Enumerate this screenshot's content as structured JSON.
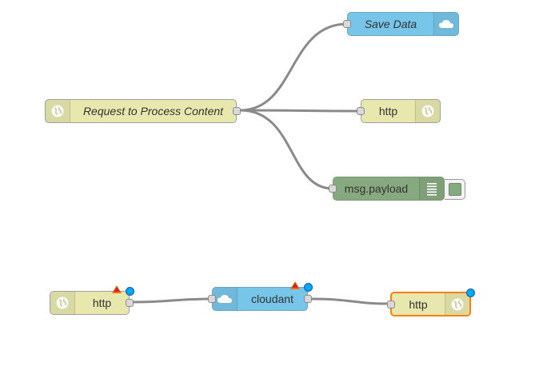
{
  "flow": {
    "nodes": {
      "request": {
        "label": "Request to Process Content",
        "icon": "globe-icon"
      },
      "save_data": {
        "label": "Save Data",
        "icon": "cloud-icon"
      },
      "http_response_top": {
        "label": "http",
        "icon": "globe-icon"
      },
      "debug": {
        "label": "msg.payload",
        "icon": "debug-list-icon",
        "active": true
      },
      "http_in_bottom": {
        "label": "http",
        "icon": "globe-icon",
        "error": true,
        "changed": true
      },
      "cloudant": {
        "label": "cloudant",
        "icon": "cloud-icon",
        "error": true,
        "changed": true
      },
      "http_response_bottom": {
        "label": "http",
        "icon": "globe-icon",
        "changed": true,
        "selected": true
      }
    },
    "colors": {
      "http_node": "#e7e7ae",
      "cloudant_node": "#77c5e8",
      "debug_node": "#87a980",
      "wire": "#8a8a8a",
      "selected": "#ff7f0e",
      "changed_badge": "#00a7ff",
      "error_badge": "#ff6a00"
    }
  }
}
